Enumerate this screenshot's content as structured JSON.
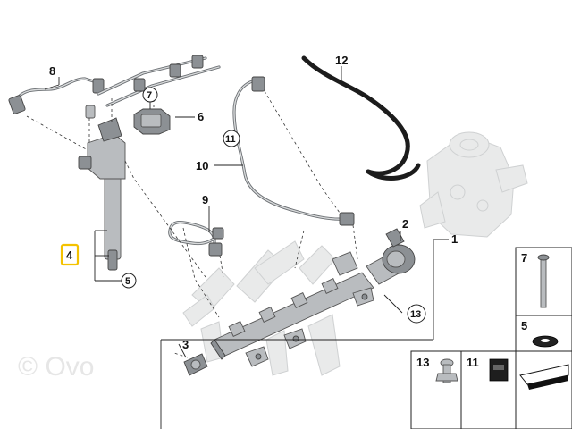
{
  "callouts": {
    "c1": "1",
    "c2": "2",
    "c3": "3",
    "c4": "4",
    "c5": "5",
    "c6": "6",
    "c7": "7",
    "c8": "8",
    "c9": "9",
    "c10": "10",
    "c11": "11",
    "c12": "12",
    "c13": "13"
  },
  "legend": {
    "items": [
      {
        "number": "7"
      },
      {
        "number": "5"
      },
      {
        "number": "13"
      },
      {
        "number": "11"
      }
    ]
  },
  "watermark": "© Ovo",
  "colors": {
    "highlight": "#f4c200",
    "part": "#b9bcbf",
    "ghost": "#e9eaea"
  }
}
